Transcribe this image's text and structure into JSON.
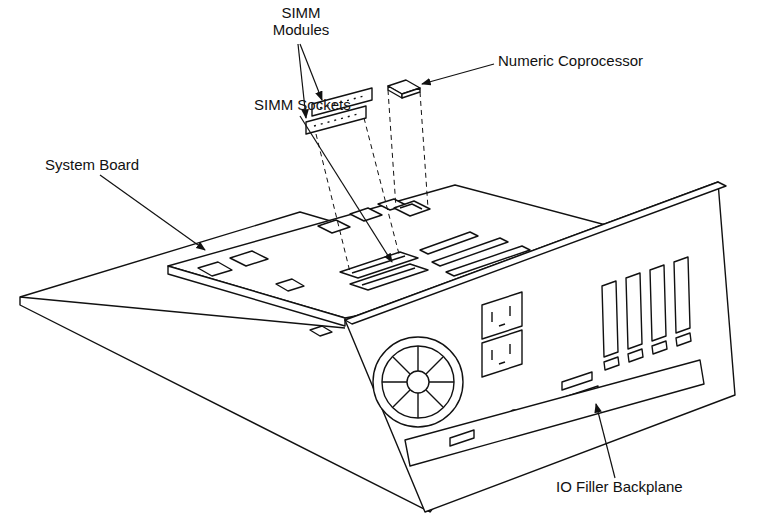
{
  "diagram": {
    "labels": [
      "SIMM Modules",
      "Numeric Coprocessor",
      "SIMM Sockets",
      "System Board",
      "IO Filler Backplane"
    ]
  }
}
